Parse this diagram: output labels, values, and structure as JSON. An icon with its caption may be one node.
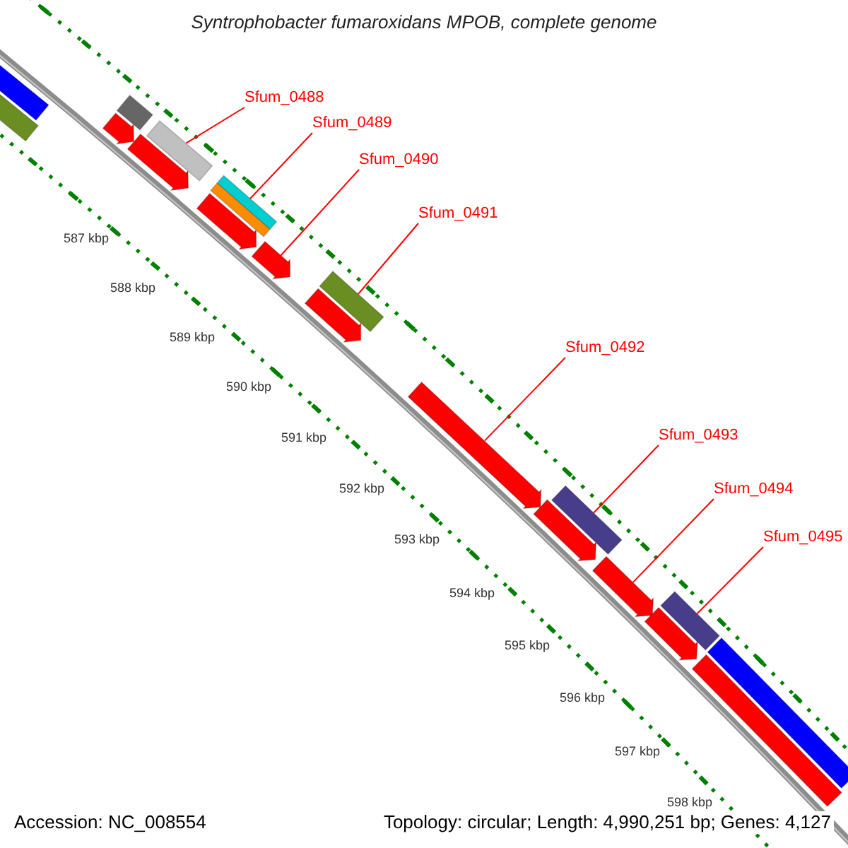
{
  "diagram": {
    "title": "Syntrophobacter fumaroxidans MPOB, complete genome",
    "nodes": [
      {
        "text": [
          "Sfum_0488"
        ]
      },
      {
        "text": [
          "Sfum_0489"
        ]
      },
      {
        "text": [
          "Sfum_0490"
        ]
      },
      {
        "text": [
          "Sfum_0491"
        ]
      },
      {
        "text": [
          "Sfum_0492"
        ]
      },
      {
        "text": [
          "Sfum_0493"
        ]
      },
      {
        "text": [
          "Sfum_0494"
        ]
      },
      {
        "text": [
          "Sfum_0495"
        ]
      },
      {
        "text": [],
        "shape": "bar"
      },
      {
        "text": [],
        "shape": "bar"
      },
      {
        "text": [],
        "shape": "arrow"
      },
      {
        "text": [],
        "shape": "bar"
      },
      {
        "text": [],
        "shape": "arrow"
      },
      {
        "text": [],
        "shape": "bar"
      },
      {
        "text": [],
        "shape": "arrow"
      },
      {
        "text": [],
        "shape": "bar"
      },
      {
        "text": [],
        "shape": "bar"
      },
      {
        "text": [],
        "shape": "arrow"
      },
      {
        "text": [],
        "shape": "arrow"
      },
      {
        "text": [],
        "shape": "bar"
      },
      {
        "text": [],
        "shape": "arrow"
      },
      {
        "text": [],
        "shape": "arrow"
      },
      {
        "text": [],
        "shape": "bar"
      },
      {
        "text": [],
        "shape": "arrow"
      },
      {
        "text": [],
        "shape": "arrow"
      },
      {
        "text": [],
        "shape": "bar"
      },
      {
        "text": [],
        "shape": "bar"
      },
      {
        "text": [],
        "shape": "bar"
      }
    ],
    "edges": [
      {
        "from": 0,
        "to": 13,
        "arrow": "none"
      },
      {
        "from": 1,
        "to": 16,
        "arrow": "none"
      },
      {
        "from": 2,
        "to": 17,
        "arrow": "none"
      },
      {
        "from": 3,
        "to": 19,
        "arrow": "none"
      },
      {
        "from": 4,
        "to": 20,
        "arrow": "none"
      },
      {
        "from": 5,
        "to": 22,
        "arrow": "none"
      },
      {
        "from": 6,
        "to": 23,
        "arrow": "none"
      },
      {
        "from": 7,
        "to": 25,
        "arrow": "none"
      }
    ],
    "labels": [
      "587 kbp",
      "588 kbp",
      "589 kbp",
      "590 kbp",
      "591 kbp",
      "592 kbp",
      "593 kbp",
      "594 kbp",
      "595 kbp",
      "596 kbp",
      "597 kbp",
      "598 kbp",
      "Accession: NC_008554",
      "Topology: circular; Length: 4,990,251 bp; Genes: 4,127"
    ]
  }
}
